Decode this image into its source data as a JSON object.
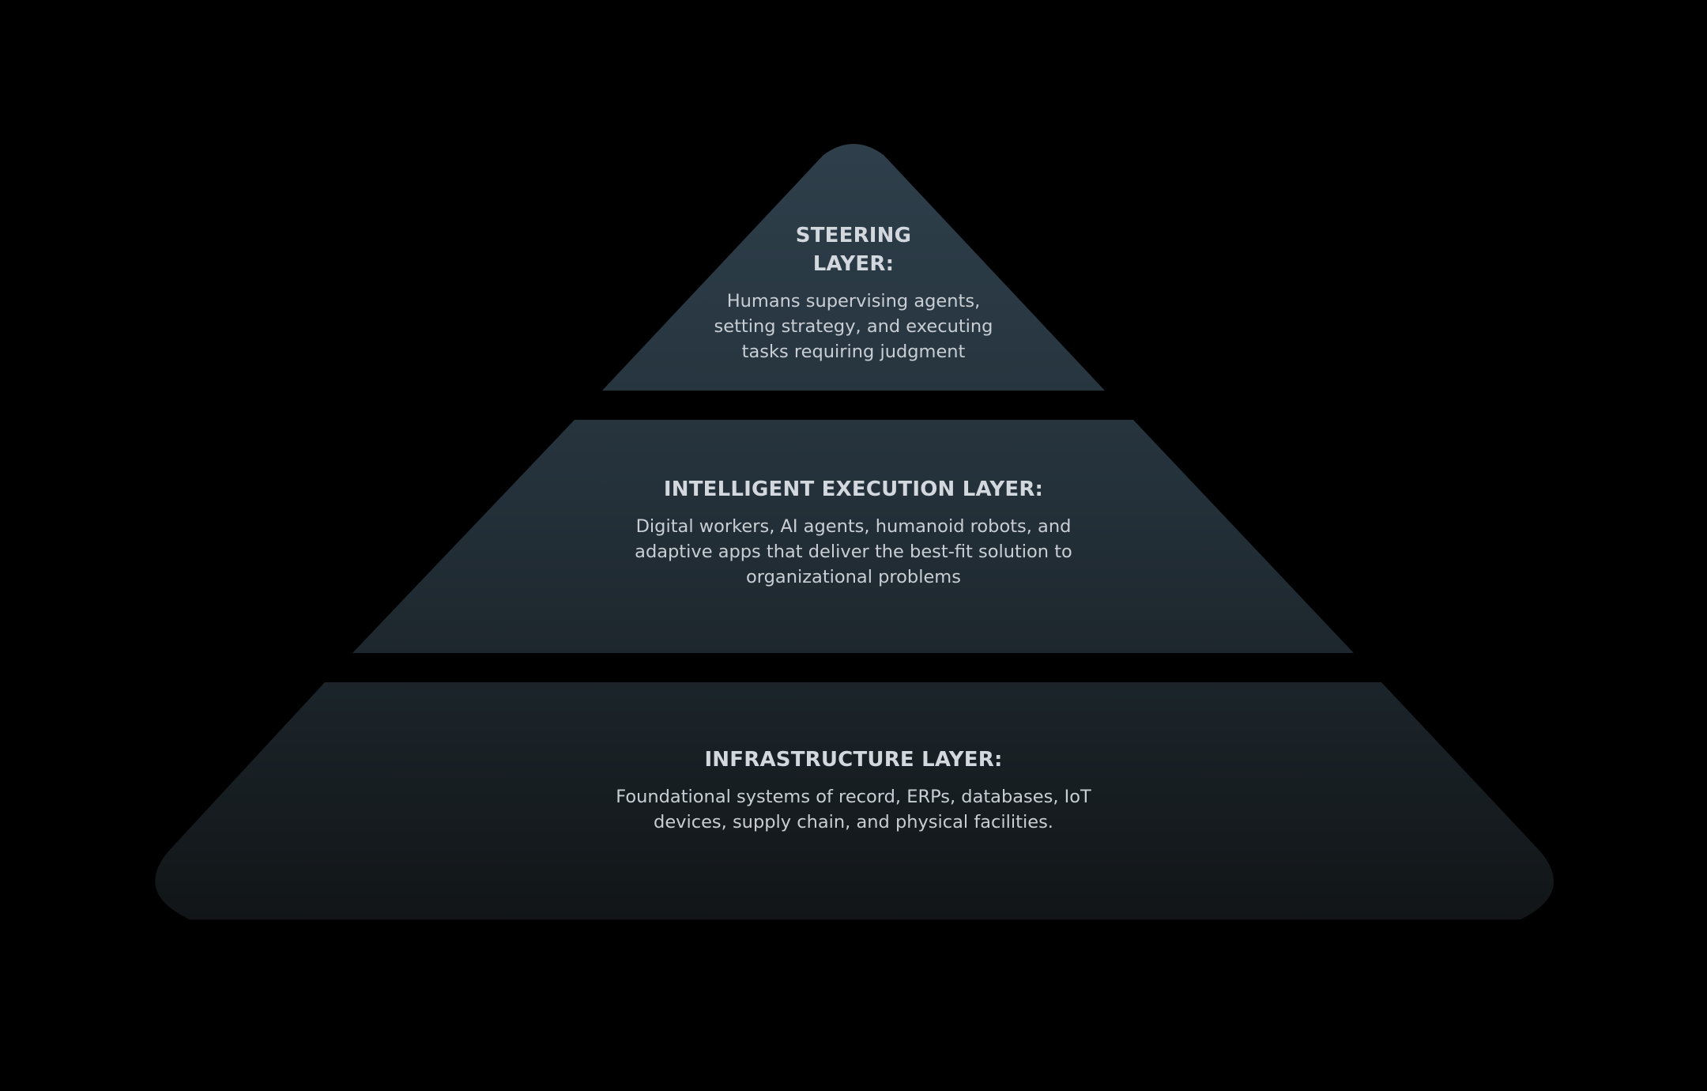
{
  "diagram": {
    "tiers": [
      {
        "title": "STEERING LAYER:",
        "description": "Humans supervising agents, setting strategy, and executing tasks requiring judgment"
      },
      {
        "title": "INTELLIGENT EXECUTION LAYER:",
        "description": "Digital workers, AI agents, humanoid robots, and adaptive apps that deliver the best-fit solution to organizational problems"
      },
      {
        "title": "INFRASTRUCTURE LAYER:",
        "description": "Foundational systems of record, ERPs, databases, IoT devices, supply chain, and physical facilities."
      }
    ]
  },
  "colors": {
    "background": "#000000",
    "tier_top": "#2e3f4b",
    "tier_bottom": "#111517",
    "text": "#d6dbe0"
  }
}
